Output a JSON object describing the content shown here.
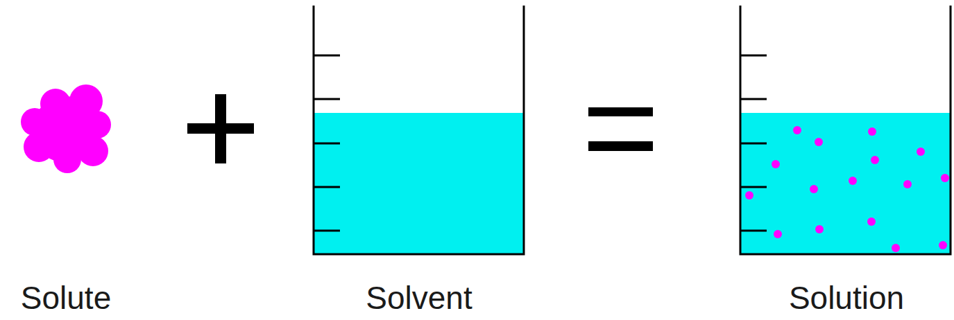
{
  "diagram": {
    "labels": [
      "Solute",
      "Solvent",
      "Solution"
    ]
  }
}
